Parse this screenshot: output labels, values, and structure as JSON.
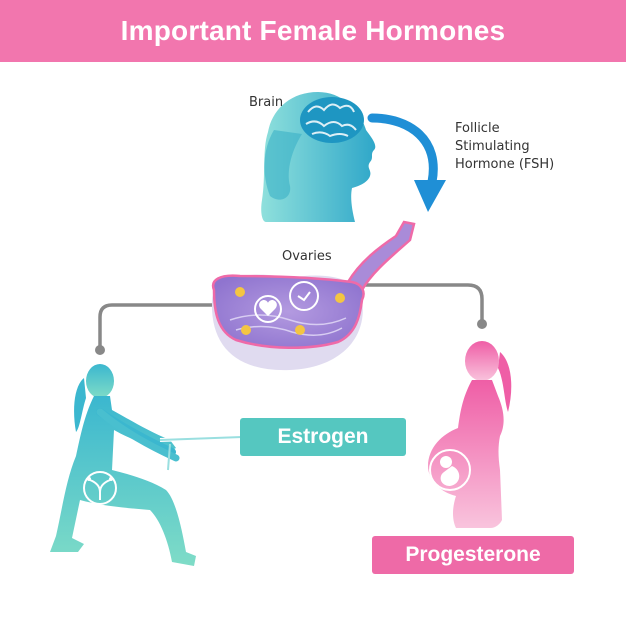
{
  "title": "Important Female Hormones",
  "labels": {
    "brain": "Brain",
    "ovaries": "Ovaries",
    "fsh_lines": [
      "Follicle",
      "Stimulating",
      "Hormone (FSH)"
    ]
  },
  "hormones": {
    "estrogen": "Estrogen",
    "progesterone": "Progesterone"
  },
  "colors": {
    "banner": "#f276ae",
    "teal": "#4fc4c9",
    "pink": "#ee6aa7",
    "arrow_blue": "#1f8fd6",
    "ovary_purple": "#a98bd8",
    "connector_gray": "#888888",
    "follicle_yellow": "#f4c542"
  },
  "icons": [
    "brain-icon",
    "heart-icon",
    "clock-icon",
    "uterus-icon",
    "fetus-icon"
  ]
}
